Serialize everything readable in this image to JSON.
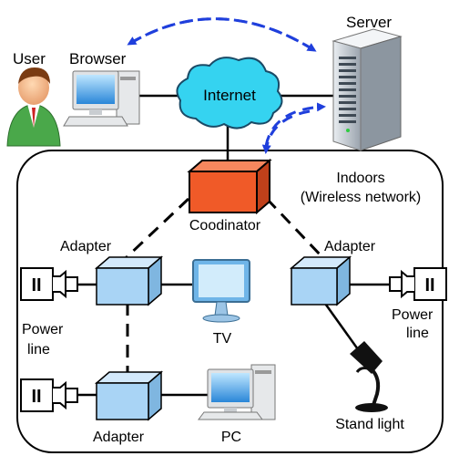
{
  "labels": {
    "user": "User",
    "browser": "Browser",
    "server": "Server",
    "internet": "Internet",
    "indoors_line1": "Indoors",
    "indoors_line2": "(Wireless network)",
    "coordinator": "Coodinator",
    "adapter_top_left": "Adapter",
    "adapter_top_right": "Adapter",
    "adapter_bottom": "Adapter",
    "tv": "TV",
    "pc": "PC",
    "stand_light": "Stand light",
    "power_left_line1": "Power",
    "power_left_line2": "line",
    "power_right_line1": "Power",
    "power_right_line2": "line",
    "socket_symbol": "II"
  },
  "colors": {
    "coordinator_fill": "#f05a28",
    "adapter_fill": "#a9d4f5",
    "cloud_fill": "#35d3f0",
    "arrow_blue": "#1f3fdc",
    "line": "#000000"
  },
  "icons": [
    "user-person-icon",
    "browser-computer-icon",
    "server-tower-icon",
    "internet-cloud-icon",
    "tv-monitor-icon",
    "pc-computer-icon",
    "stand-light-lamp-icon",
    "power-plug-icon"
  ]
}
